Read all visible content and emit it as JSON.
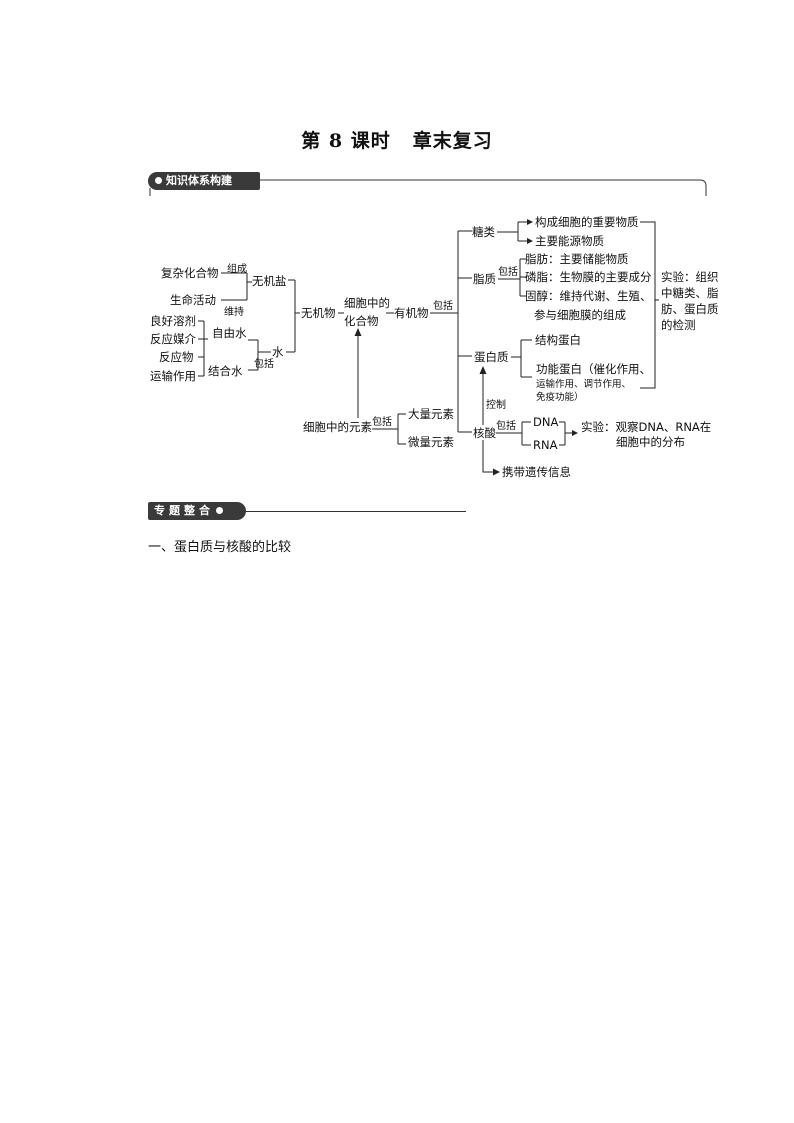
{
  "header": {
    "title_part1": "第 8 课时",
    "title_part2": "章末复习"
  },
  "sections": {
    "knowledge_badge": "知识体系构建",
    "topic_badge": "专题整合",
    "topic_sub1": "一、蛋白质与核酸的比较"
  },
  "mindmap": {
    "left_group1": [
      "复杂化合物",
      "生命活动"
    ],
    "lbl_zucheng": "组成",
    "lbl_weichi": "维持",
    "wujiyan": "无机盐",
    "left_group2": [
      "良好溶剂",
      "反应媒介",
      "反应物",
      "运输作用"
    ],
    "ziyoushui": "自由水",
    "jiehe_shui": "结合水",
    "lbl_baokuo_water": "包括",
    "shui": "水",
    "wujiwu": "无机物",
    "center_line1": "细胞中的",
    "center_line2": "化合物",
    "youjiwu": "有机物",
    "lbl_baokuo_org": "包括",
    "elements": "细胞中的元素",
    "lbl_baokuo_el": "包括",
    "daliang": "大量元素",
    "weiliang": "微量元素",
    "tanglei": "糖类",
    "sugar_items": [
      "构成细胞的重要物质",
      "主要能源物质"
    ],
    "zhizhi": "脂质",
    "lbl_baokuo_lipid": "包括",
    "lipid_items": [
      "脂肪：主要储能物质",
      "磷脂：生物膜的主要成分",
      "固醇：维持代谢、生殖、",
      "参与细胞膜的组成"
    ],
    "danbaizhi": "蛋白质",
    "protein_items": [
      "结构蛋白",
      "功能蛋白（催化作用、",
      "运输作用、调节作用、",
      "免疫功能）"
    ],
    "kongzhi": "控制",
    "hesuan": "核酸",
    "lbl_baokuo_na": "包括",
    "dna": "DNA",
    "rna": "RNA",
    "na_experiment": [
      "实验：观察DNA、RNA在",
      "细胞中的分布"
    ],
    "xiedai": "携带遗传信息",
    "exp_right": [
      "实验：组织",
      "中糖类、脂",
      "肪、蛋白质",
      "的检测"
    ]
  }
}
